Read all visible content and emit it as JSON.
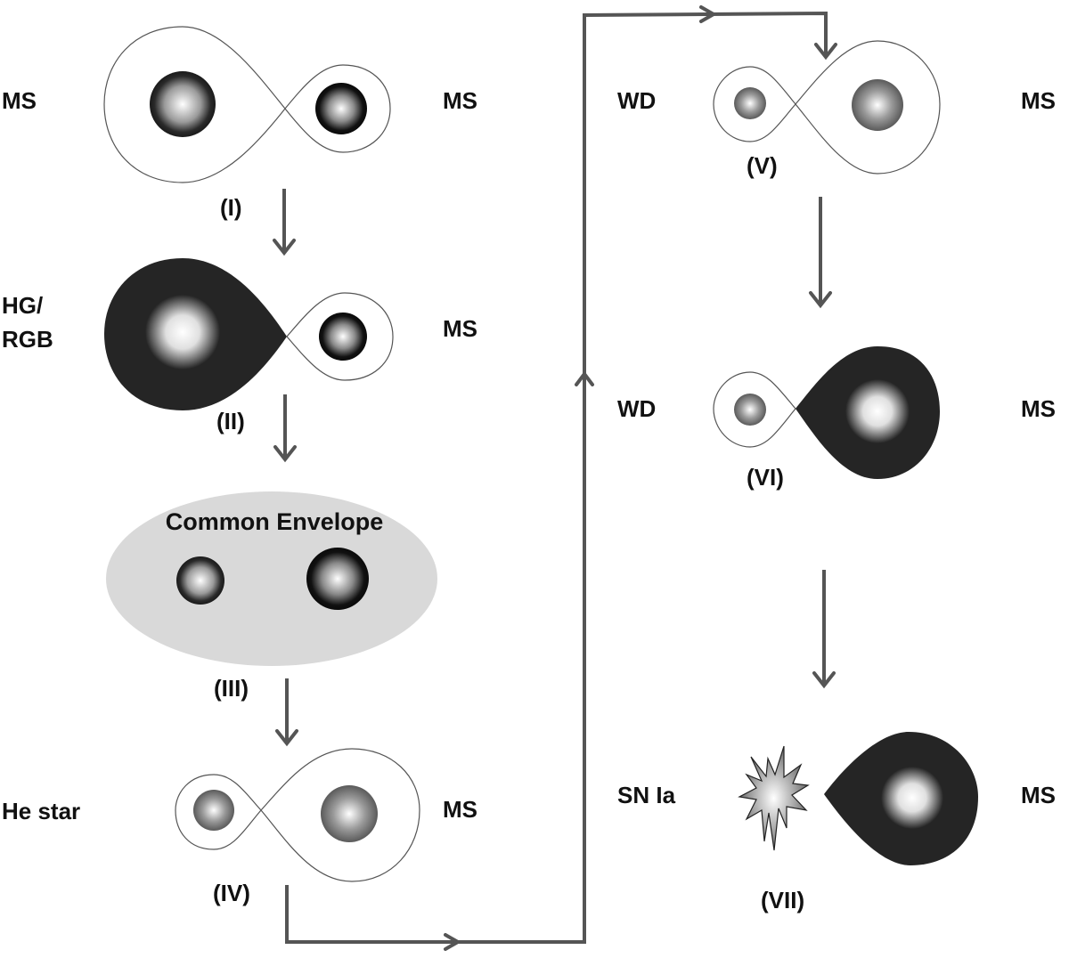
{
  "diagram": {
    "type": "binary-evolution-channel",
    "stages": [
      {
        "id": "I",
        "label": "(I)",
        "left_star": "MS",
        "right_star": "MS",
        "configuration": "detached"
      },
      {
        "id": "II",
        "label": "(II)",
        "left_star": "HG/RGB",
        "left_star_lines": [
          "HG/",
          "RGB"
        ],
        "right_star": "MS",
        "configuration": "primary-fills-roche-lobe"
      },
      {
        "id": "III",
        "label": "(III)",
        "title": "Common Envelope",
        "configuration": "common-envelope"
      },
      {
        "id": "IV",
        "label": "(IV)",
        "left_star": "He star",
        "right_star": "MS",
        "configuration": "detached"
      },
      {
        "id": "V",
        "label": "(V)",
        "left_star": "WD",
        "right_star": "MS",
        "configuration": "detached"
      },
      {
        "id": "VI",
        "label": "(VI)",
        "left_star": "WD",
        "right_star": "MS",
        "configuration": "secondary-fills-roche-lobe"
      },
      {
        "id": "VII",
        "label": "(VII)",
        "left_star": "SN  Ia",
        "right_star": "MS",
        "configuration": "supernova-explosion"
      }
    ],
    "flow": [
      "I",
      "II",
      "III",
      "IV",
      "V",
      "VI",
      "VII"
    ],
    "colors": {
      "star_dark": "#252525",
      "star_core": "#ffffff",
      "star_gray": "#6a6a6a",
      "envelope": "#d9d9d9",
      "roche_line": "#555555",
      "arrow": "#555555",
      "text": "#111111"
    }
  }
}
